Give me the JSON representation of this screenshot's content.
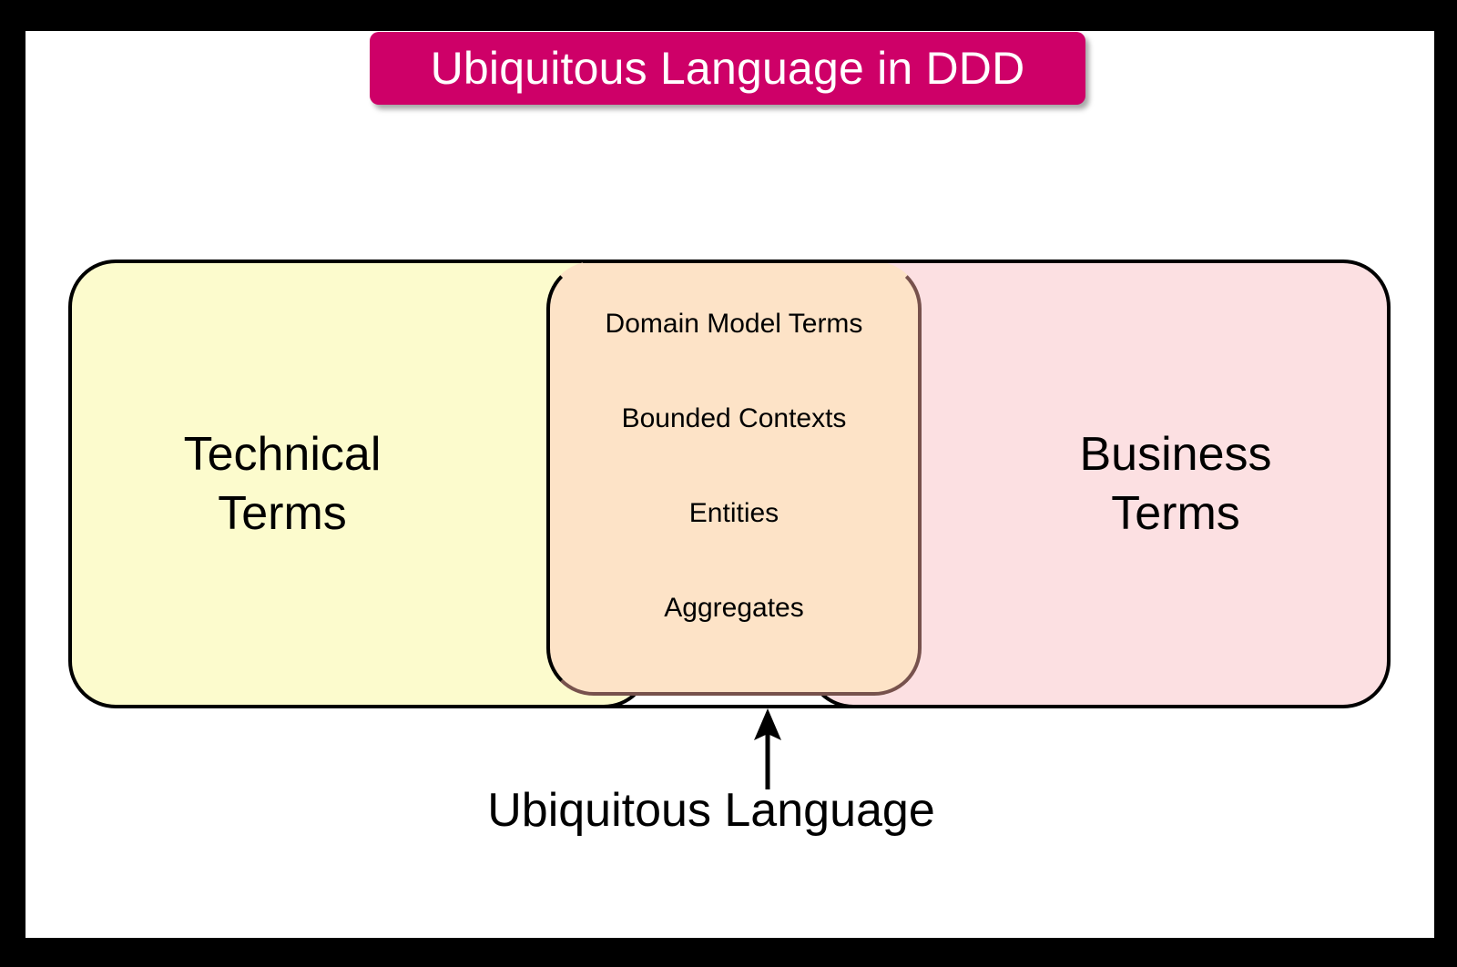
{
  "title": {
    "text": "Ubiquitous Language in DDD",
    "background_color": "#ce0068",
    "text_color": "#ffffff"
  },
  "diagram": {
    "type": "venn",
    "left_set": {
      "label": "Technical\nTerms",
      "label_line1": "Technical",
      "label_line2": "Terms",
      "fill_color": "#fcfbcd",
      "stroke_color": "#000000"
    },
    "right_set": {
      "label": "Business\nTerms",
      "label_line1": "Business",
      "label_line2": "Terms",
      "fill_color": "#fce0e2",
      "stroke_color": "#000000"
    },
    "intersection": {
      "fill_color": "#fde3c7",
      "stroke_color": "#5a3232",
      "items": [
        "Domain Model Terms",
        "Bounded Contexts",
        "Entities",
        "Aggregates"
      ]
    },
    "callout": {
      "label": "Ubiquitous Language",
      "arrow_direction": "up",
      "points_to": "intersection"
    }
  },
  "frame": {
    "border_color": "#000000",
    "page_color": "#ffffff"
  }
}
